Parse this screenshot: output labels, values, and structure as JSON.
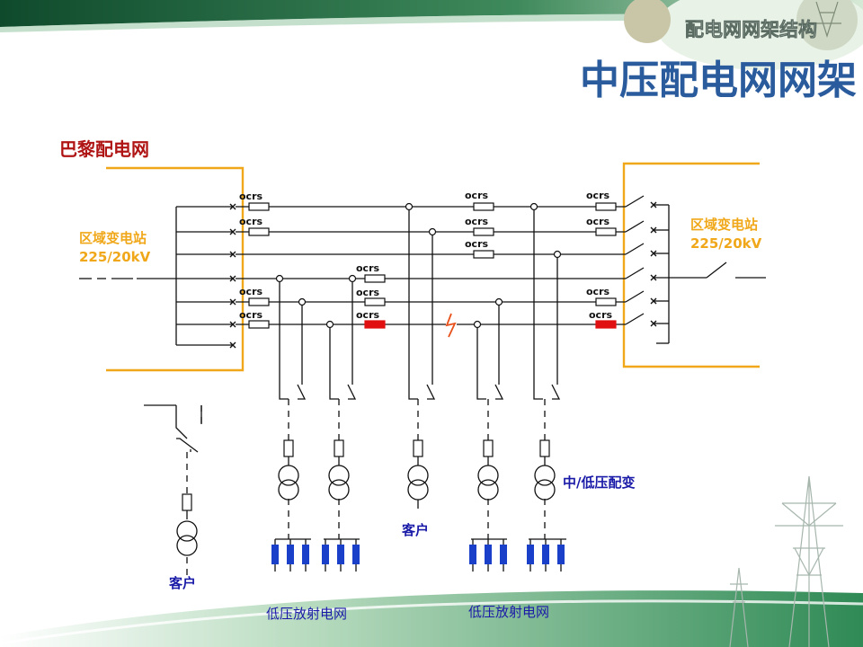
{
  "header": {
    "section_title": "配电网网架结构",
    "main_title": "中压配电网网架"
  },
  "diagram": {
    "network_title": "巴黎配电网",
    "substation_left": {
      "name": "区域变电站",
      "voltage": "225/20kV"
    },
    "substation_right": {
      "name": "区域变电站",
      "voltage": "225/20kV"
    },
    "device_label": "ocrs",
    "transformer_label": "中/低压配变",
    "customer_label": "客户",
    "lv_network_label": "低压放射电网"
  },
  "colors": {
    "title_blue": "#2a5b9c",
    "network_red": "#b01515",
    "substation_orange": "#f0a81a",
    "ocrs_fault_red": "#e01010",
    "label_blue": "#1a1aa8",
    "fault_mark": "#e8501a",
    "header_green": "#1e5e3e"
  }
}
